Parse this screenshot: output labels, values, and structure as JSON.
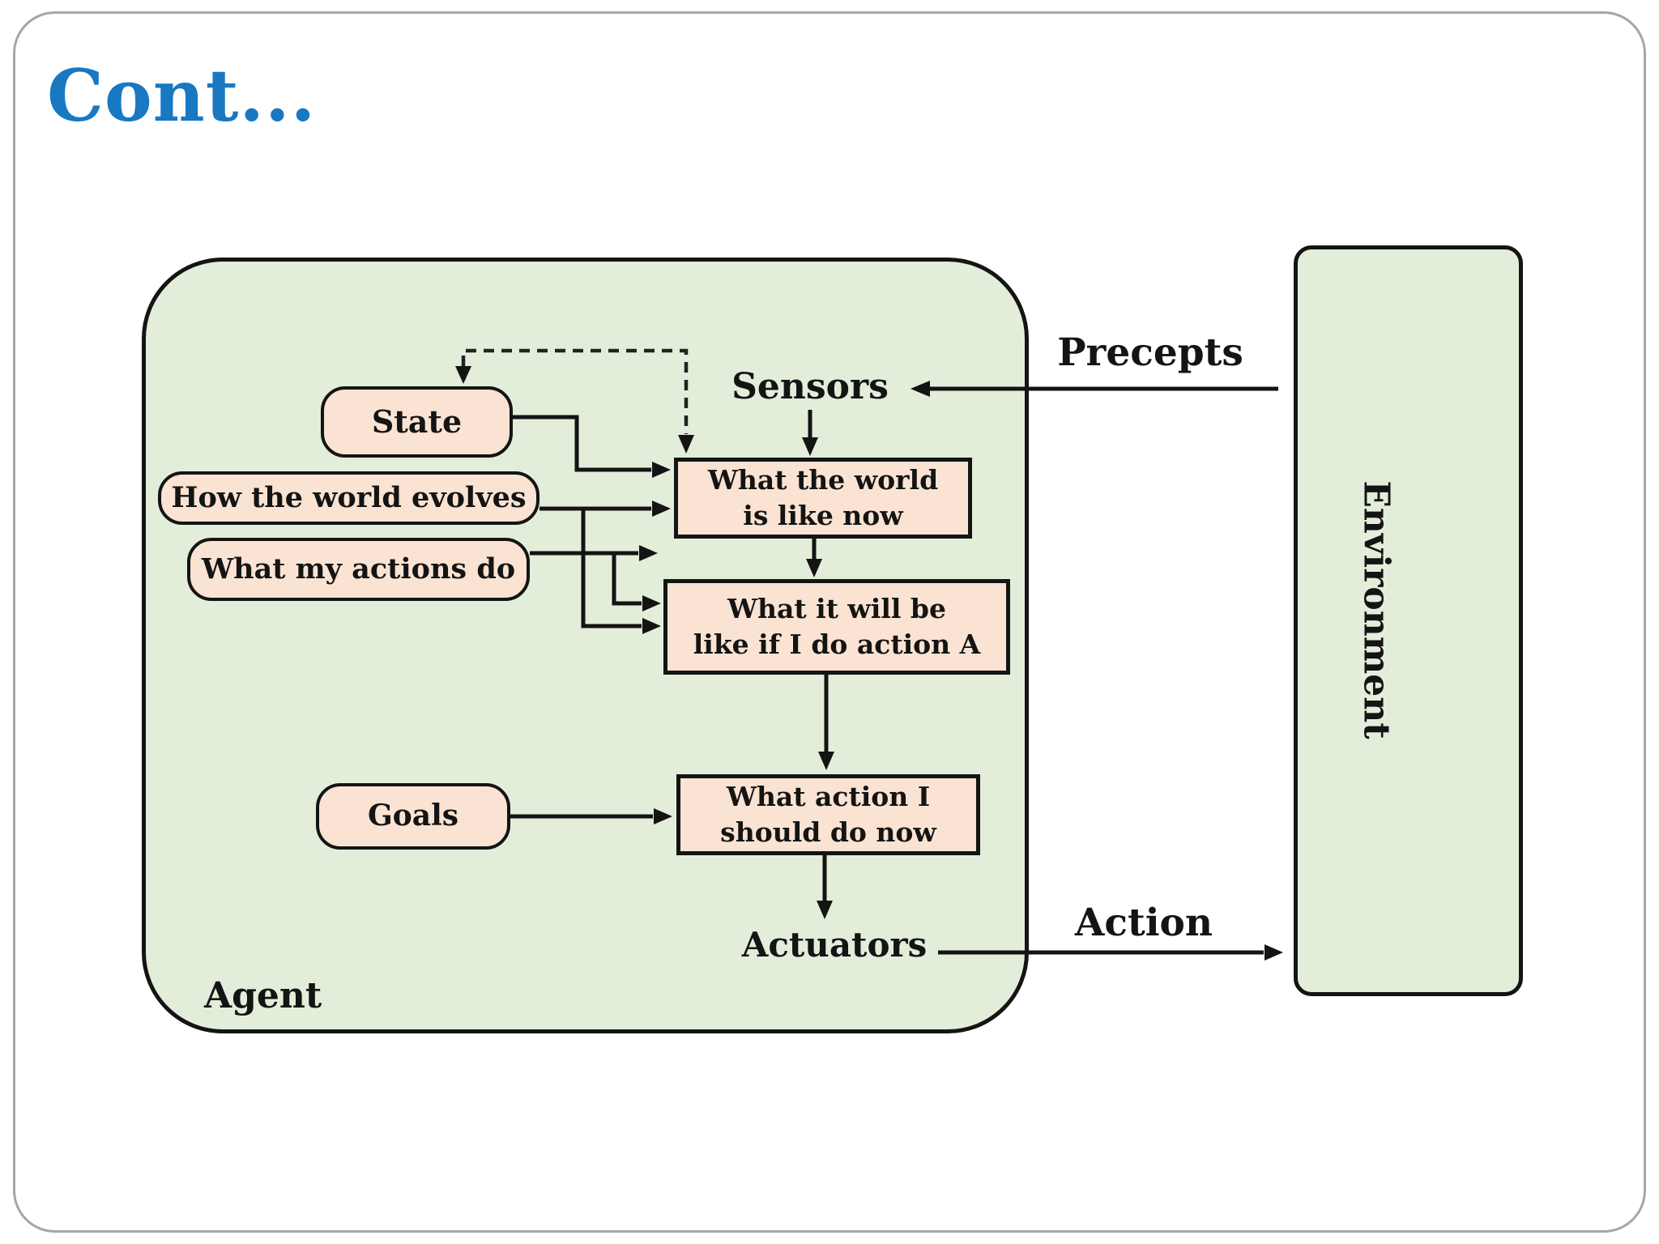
{
  "title": "Cont...",
  "colors": {
    "title_blue": "#1878c2",
    "panel_green": "#e2eeda",
    "node_peach": "#fae3d2",
    "line_black": "#141414",
    "frame_gray": "#a3a8a3"
  },
  "diagram": {
    "agent_label": "Agent",
    "environment_label": "Environment",
    "nodes": {
      "state": "State",
      "how_world_evolves": "How the world evolves",
      "what_my_actions_do": "What my actions do",
      "goals": "Goals",
      "world_now_line1": "What the world",
      "world_now_line2": "is like now",
      "world_if_line1": "What it will be",
      "world_if_line2": "like if I do action A",
      "action_now_line1": "What action I",
      "action_now_line2": "should do now"
    },
    "labels": {
      "sensors": "Sensors",
      "actuators": "Actuators",
      "precepts": "Precepts",
      "action": "Action"
    }
  }
}
